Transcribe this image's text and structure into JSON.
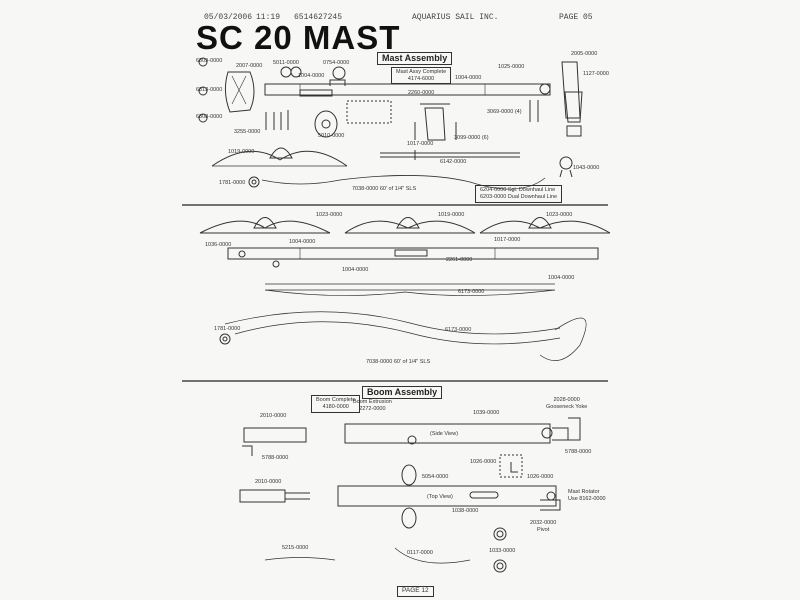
{
  "header": {
    "date": "05/03/2006",
    "time": "11:19",
    "fax": "6514627245",
    "company": "AQUARIUS SAIL INC.",
    "page": "PAGE  05"
  },
  "title": "SC 20 MAST",
  "mast": {
    "section_title": "Mast Assembly",
    "complete_label": "Mast Assy Complete",
    "complete_part": "4174-6000",
    "parts": {
      "p6809": "6809-0000",
      "p2007": "2007-0000",
      "p6813": "6813-0000",
      "p6808": "6808-0000",
      "p3255": "3255-0000",
      "p5011": "5011-0000",
      "p1004": "1004-0000",
      "p0754": "0754-0000",
      "p5010": "5010-0000",
      "p1004b": "1004-0000",
      "p2260": "2260-0000",
      "p1025": "1025-0000",
      "p3069": "3069-0000 (4)",
      "p1017": "1017-0000",
      "p3099": "3099-0000 (6)",
      "p2005": "2005-0000",
      "p1127": "1127-0000",
      "p1019": "1019-0000",
      "p6142": "6142-0000",
      "p1043": "1043-0000",
      "p1781": "1781-0000",
      "p7038": "7038-0000  60' of 1/4\" SLS",
      "p6204": "6204-0000  Sgl. Downhaul Line",
      "p6203": "6203-0000  Dual Downhaul Line"
    }
  },
  "mid": {
    "parts": {
      "p1023a": "1023-0000",
      "p1019": "1019-0000",
      "p1023b": "1023-0000",
      "p1036": "1036-0000",
      "p1004": "1004-0000",
      "p1017": "1017-0000",
      "p1004b": "1004-0000",
      "p2261": "2261-0000",
      "p1004c": "1004-0000",
      "p6173a": "6173-0000",
      "p1781": "1781-0000",
      "p6173b": "6173-0000",
      "p7038": "7038-0000  60' of 1/4\" SLS"
    }
  },
  "boom": {
    "section_title": "Boom Assembly",
    "complete_label": "Boom Complete",
    "complete_part": "4180-0000",
    "extrusion_label": "Boom Extrusion",
    "extrusion_part": "2272-0000",
    "side_view": "(Side View)",
    "top_view": "(Top View)",
    "rotator_label": "Mast Rotator",
    "rotator_part": "Use 8162-0000",
    "gooseneck_part": "2028-0000",
    "gooseneck_label": "Gooseneck Yoke",
    "parts": {
      "p2010a": "2010-0000",
      "p1039": "1039-0000",
      "p5788a": "5788-0000",
      "p5788b": "5788-0000",
      "p2010b": "2010-0000",
      "p5054": "5054-0000",
      "p1026a": "1026-0000",
      "p1026b": "1026-0000",
      "p1038": "1038-0000",
      "p2032": "2032-0000",
      "p2032_note": "Pivot",
      "p5215": "5215-0000",
      "p0117": "0117-0000",
      "p1033": "1033-0000"
    }
  },
  "footer": {
    "page": "PAGE 12"
  }
}
